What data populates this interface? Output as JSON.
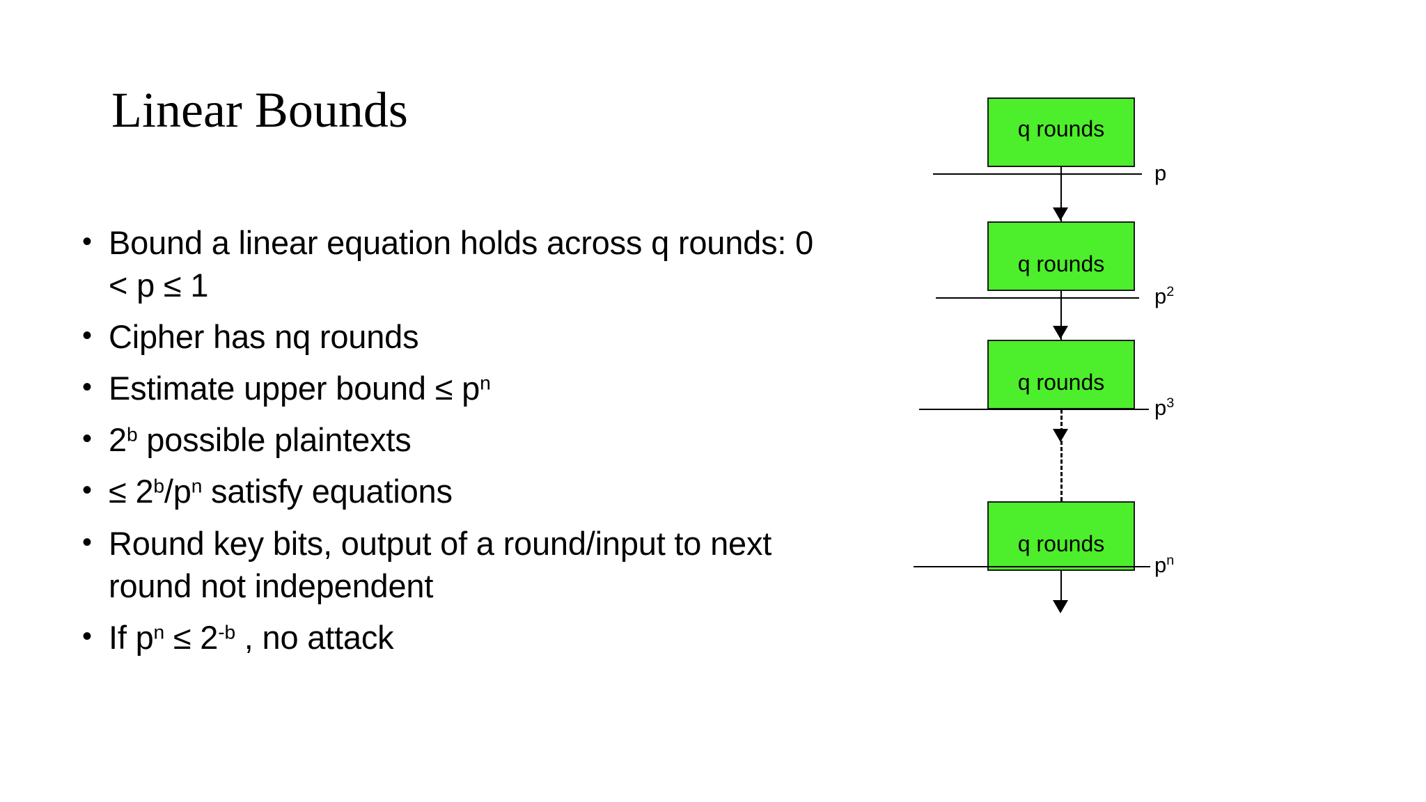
{
  "slide": {
    "title": "Linear Bounds",
    "background_color": "#ffffff",
    "text_color": "#000000",
    "bullet_marker": "•"
  },
  "bullets": [
    {
      "id": "bound-linear-equation",
      "line1": "Bound a linear equation holds across q rounds: 0",
      "line2_pre": "< p ",
      "line2_sym": "≤",
      "line2_post": " 1"
    },
    {
      "id": "cipher-nq-rounds",
      "text": "Cipher has nq rounds"
    },
    {
      "id": "estimate-upper-bound",
      "pre": "Estimate upper bound ",
      "sym": "≤",
      "mid": " p",
      "sup": "n",
      "post": ""
    },
    {
      "id": "possible-plaintexts",
      "pre": "2",
      "sup": "b",
      "post": " possible plaintexts"
    },
    {
      "id": "satisfy-equations",
      "sym": "≤",
      "pre": " 2",
      "sup1": "b",
      "mid": "/p",
      "sup2": "n",
      "post": " satisfy equations"
    },
    {
      "id": "round-key-bits",
      "line1": "Round key bits, output of a round/input to next",
      "line2": "round not independent"
    },
    {
      "id": "no-attack",
      "pre": "If p",
      "sup1": "n",
      "sym": " ≤ 2",
      "sup2": "-b",
      "post": " , no attack"
    }
  ],
  "diagram": {
    "box_fill_color": "#4DEE2B",
    "box_border_color": "#1a1a1a",
    "boxes": [
      {
        "id": "q-rounds-1",
        "label": "q rounds"
      },
      {
        "id": "q-rounds-2",
        "label": "q rounds"
      },
      {
        "id": "q-rounds-3",
        "label": "q rounds"
      },
      {
        "id": "q-rounds-4",
        "label": "q rounds"
      }
    ],
    "separators": [
      {
        "id": "sep-p",
        "base": "p",
        "exp": ""
      },
      {
        "id": "sep-p2",
        "base": "p",
        "exp": "2"
      },
      {
        "id": "sep-p3",
        "base": "p",
        "exp": "3"
      },
      {
        "id": "sep-pn",
        "base": "p",
        "exp": "n"
      }
    ],
    "connectors": [
      {
        "id": "conn-1",
        "style": "solid"
      },
      {
        "id": "conn-2",
        "style": "solid"
      },
      {
        "id": "conn-3",
        "style": "dashed"
      },
      {
        "id": "conn-4",
        "style": "solid"
      }
    ]
  }
}
